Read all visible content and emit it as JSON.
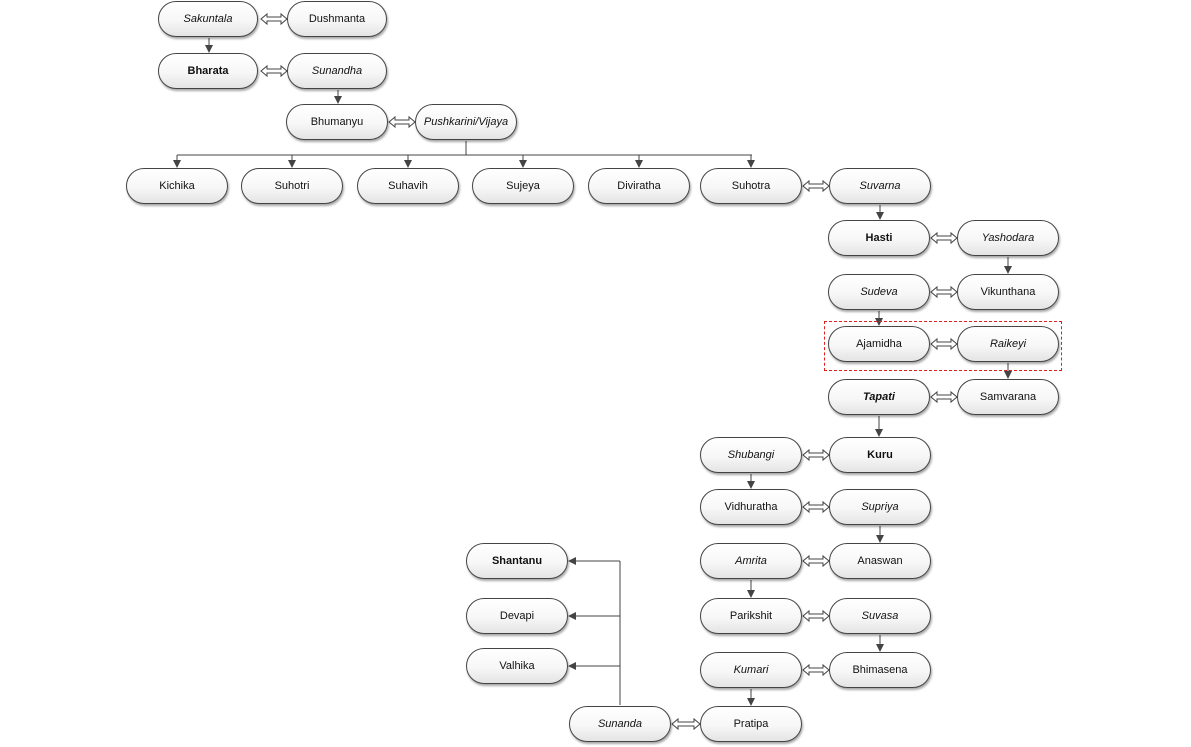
{
  "persons": {
    "sakuntala": "Sakuntala",
    "dushmanta": "Dushmanta",
    "bharata": "Bharata",
    "sunandha": "Sunandha",
    "bhumanyu": "Bhumanyu",
    "pushkarini": "Pushkarini/Vijaya",
    "kichika": "Kichika",
    "suhotri": "Suhotri",
    "suhavih": "Suhavih",
    "sujeya": "Sujeya",
    "diviratha": "Diviratha",
    "suhotra": "Suhotra",
    "suvarna": "Suvarna",
    "hasti": "Hasti",
    "yashodara": "Yashodara",
    "sudeva": "Sudeva",
    "vikunthana": "Vikunthana",
    "ajamidha": "Ajamidha",
    "raikeyi": "Raikeyi",
    "tapati": "Tapati",
    "samvarana": "Samvarana",
    "shubangi": "Shubangi",
    "kuru": "Kuru",
    "vidhuratha": "Vidhuratha",
    "supriya": "Supriya",
    "amrita": "Amrita",
    "anaswan": "Anaswan",
    "parikshit": "Parikshit",
    "suvasa": "Suvasa",
    "kumari": "Kumari",
    "bhimasena": "Bhimasena",
    "sunanda": "Sunanda",
    "pratipa": "Pratipa",
    "shantanu": "Shantanu",
    "devapi": "Devapi",
    "valhika": "Valhika"
  },
  "marriages": [
    [
      "sakuntala",
      "dushmanta"
    ],
    [
      "bharata",
      "sunandha"
    ],
    [
      "bhumanyu",
      "pushkarini"
    ],
    [
      "suhotra",
      "suvarna"
    ],
    [
      "hasti",
      "yashodara"
    ],
    [
      "sudeva",
      "vikunthana"
    ],
    [
      "ajamidha",
      "raikeyi"
    ],
    [
      "tapati",
      "samvarana"
    ],
    [
      "shubangi",
      "kuru"
    ],
    [
      "vidhuratha",
      "supriya"
    ],
    [
      "amrita",
      "anaswan"
    ],
    [
      "parikshit",
      "suvasa"
    ],
    [
      "kumari",
      "bhimasena"
    ],
    [
      "sunanda",
      "pratipa"
    ]
  ],
  "descent": [
    [
      "sakuntala",
      "bharata"
    ],
    [
      "sunandha",
      "bhumanyu"
    ],
    [
      "pushkarini",
      "kichika"
    ],
    [
      "pushkarini",
      "suhotri"
    ],
    [
      "pushkarini",
      "suhavih"
    ],
    [
      "pushkarini",
      "sujeya"
    ],
    [
      "pushkarini",
      "diviratha"
    ],
    [
      "pushkarini",
      "suhotra"
    ],
    [
      "suvarna",
      "hasti"
    ],
    [
      "yashodara",
      "vikunthana"
    ],
    [
      "sudeva",
      "ajamidha"
    ],
    [
      "raikeyi",
      "samvarana"
    ],
    [
      "tapati",
      "kuru"
    ],
    [
      "shubangi",
      "vidhuratha"
    ],
    [
      "supriya",
      "anaswan"
    ],
    [
      "amrita",
      "parikshit"
    ],
    [
      "suvasa",
      "bhimasena"
    ],
    [
      "kumari",
      "pratipa"
    ],
    [
      "sunanda",
      "shantanu"
    ],
    [
      "sunanda",
      "devapi"
    ],
    [
      "sunanda",
      "valhika"
    ]
  ],
  "highlighted_couple": [
    "ajamidha",
    "raikeyi"
  ]
}
